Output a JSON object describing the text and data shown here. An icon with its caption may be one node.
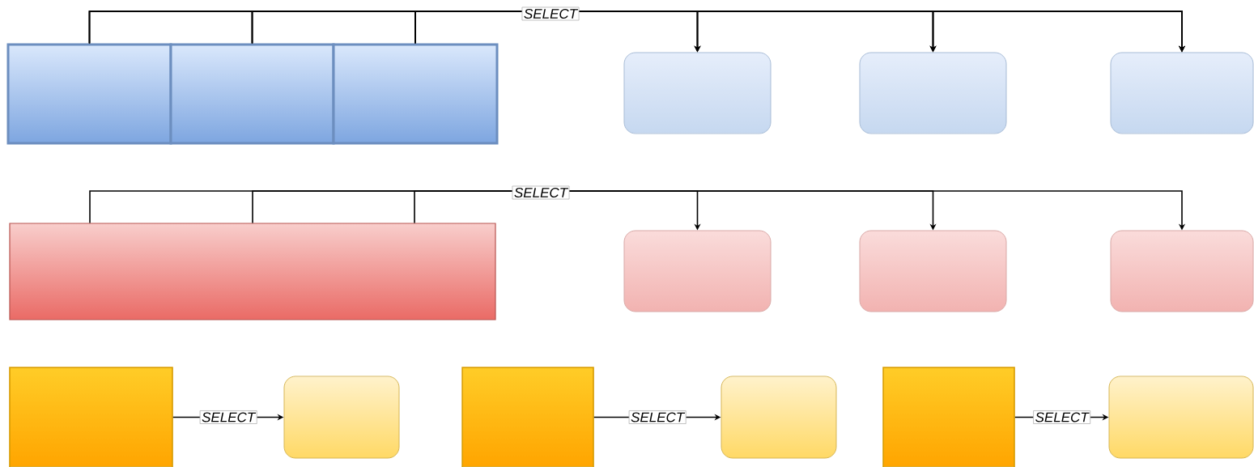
{
  "diagram": {
    "nodes": [
      {
        "text": [],
        "shape": "rectangle"
      },
      {
        "text": [],
        "shape": "rectangle"
      },
      {
        "text": [],
        "shape": "rectangle"
      },
      {
        "text": [],
        "shape": "box"
      },
      {
        "text": [],
        "shape": "box"
      },
      {
        "text": [],
        "shape": "box"
      },
      {
        "text": [],
        "shape": "rectangle"
      },
      {
        "text": [],
        "shape": "box"
      },
      {
        "text": [],
        "shape": "box"
      },
      {
        "text": [],
        "shape": "box"
      },
      {
        "text": [],
        "shape": "rectangle"
      },
      {
        "text": [],
        "shape": "box"
      },
      {
        "text": [],
        "shape": "rectangle"
      },
      {
        "text": [],
        "shape": "box"
      },
      {
        "text": [],
        "shape": "rectangle"
      },
      {
        "text": [],
        "shape": "box"
      }
    ],
    "edges": [
      {
        "from": 0,
        "to": 3,
        "arrow": "to",
        "label": "SELECT"
      },
      {
        "from": 0,
        "to": 4,
        "arrow": "to"
      },
      {
        "from": 0,
        "to": 5,
        "arrow": "to"
      },
      {
        "from": 1,
        "to": 3,
        "arrow": "to"
      },
      {
        "from": 1,
        "to": 4,
        "arrow": "to"
      },
      {
        "from": 1,
        "to": 5,
        "arrow": "to"
      },
      {
        "from": 2,
        "to": 3,
        "arrow": "to"
      },
      {
        "from": 2,
        "to": 4,
        "arrow": "to"
      },
      {
        "from": 2,
        "to": 5,
        "arrow": "to"
      },
      {
        "from": 6,
        "to": 7,
        "arrow": "to",
        "label": "SELECT"
      },
      {
        "from": 6,
        "to": 8,
        "arrow": "to"
      },
      {
        "from": 6,
        "to": 9,
        "arrow": "to"
      },
      {
        "from": 10,
        "to": 11,
        "arrow": "to",
        "label": "SELECT"
      },
      {
        "from": 12,
        "to": 13,
        "arrow": "to",
        "label": "SELECT"
      },
      {
        "from": 14,
        "to": 15,
        "arrow": "to",
        "label": "SELECT"
      }
    ]
  }
}
